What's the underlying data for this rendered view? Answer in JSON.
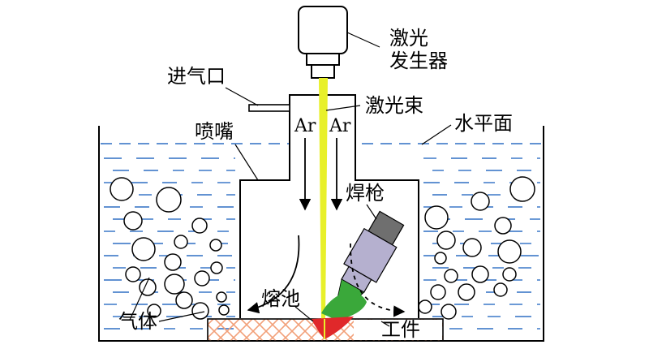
{
  "labels": {
    "laser_generator_line1": "激光",
    "laser_generator_line2": "发生器",
    "gas_inlet": "进气口",
    "laser_beam": "激光束",
    "water_level": "水平面",
    "nozzle": "喷嘴",
    "argon_left": "Ar",
    "argon_right": "Ar",
    "welding_torch": "焊枪",
    "molten_pool": "熔池",
    "gas": "气体",
    "workpiece": "工件"
  },
  "colors": {
    "laser_beam": "#e8f02a",
    "water_line": "#2e6fc4",
    "torch_body": "#b5b0cf",
    "torch_cap": "#6f6f6f",
    "arc_green": "#3aa83a",
    "pool_red": "#e0282a",
    "workpiece_hatch": "#f2a079"
  },
  "icons": {
    "laser_head": "laser-generator-icon",
    "bubble": "gas-bubble-icon",
    "arrow": "gas-flow-arrow-icon"
  }
}
